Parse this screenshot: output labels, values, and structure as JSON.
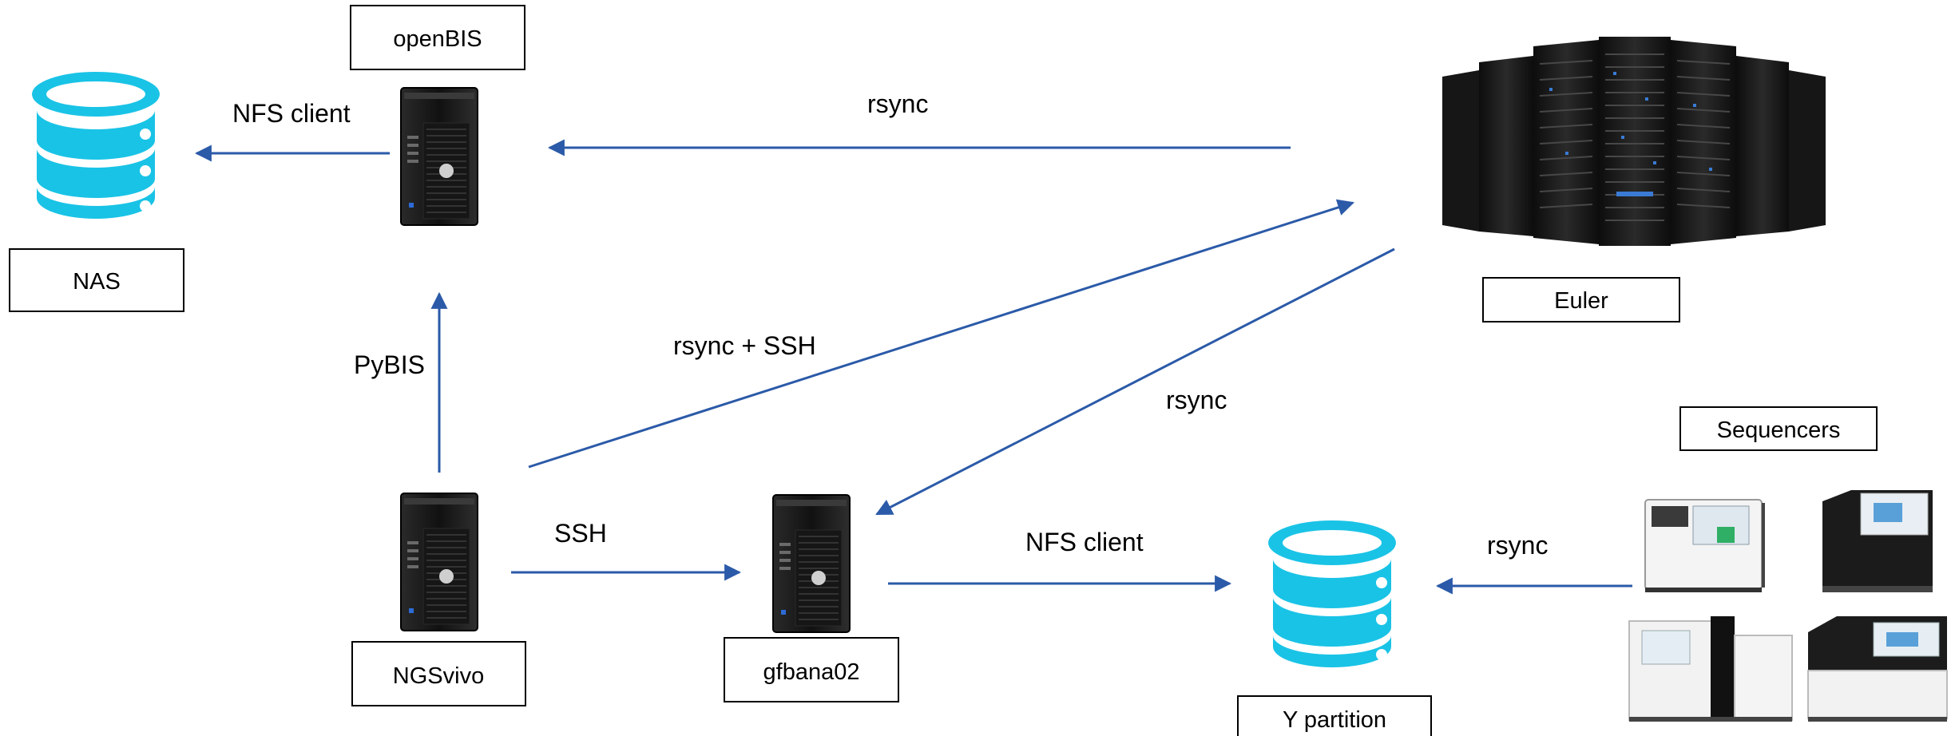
{
  "nodes": {
    "openbis": {
      "label": "openBIS",
      "icon": "tower-server-icon"
    },
    "nas": {
      "label": "NAS",
      "icon": "database-icon"
    },
    "euler": {
      "label": "Euler",
      "icon": "server-rack-cluster-icon"
    },
    "ngsvivo": {
      "label": "NGSvivo",
      "icon": "tower-server-icon"
    },
    "gfbana02": {
      "label": "gfbana02",
      "icon": "tower-server-icon"
    },
    "ypartition": {
      "label": "Y partition",
      "icon": "database-icon"
    },
    "sequencers": {
      "label": "Sequencers",
      "icon": "sequencer-machines-icon"
    }
  },
  "edges": {
    "openbis_to_nas": "NFS client",
    "euler_to_openbis": "rsync",
    "ngsvivo_to_openbis": "PyBIS",
    "ngsvivo_to_euler": "rsync + SSH",
    "euler_to_gfbana02": "rsync",
    "ngsvivo_to_gfbana02": "SSH",
    "gfbana02_to_ypartition": "NFS client",
    "sequencers_to_ypartition": "rsync"
  },
  "colors": {
    "arrow": "#2b5aa8",
    "database": "#19c3e6",
    "server": "#1c1c1c"
  }
}
